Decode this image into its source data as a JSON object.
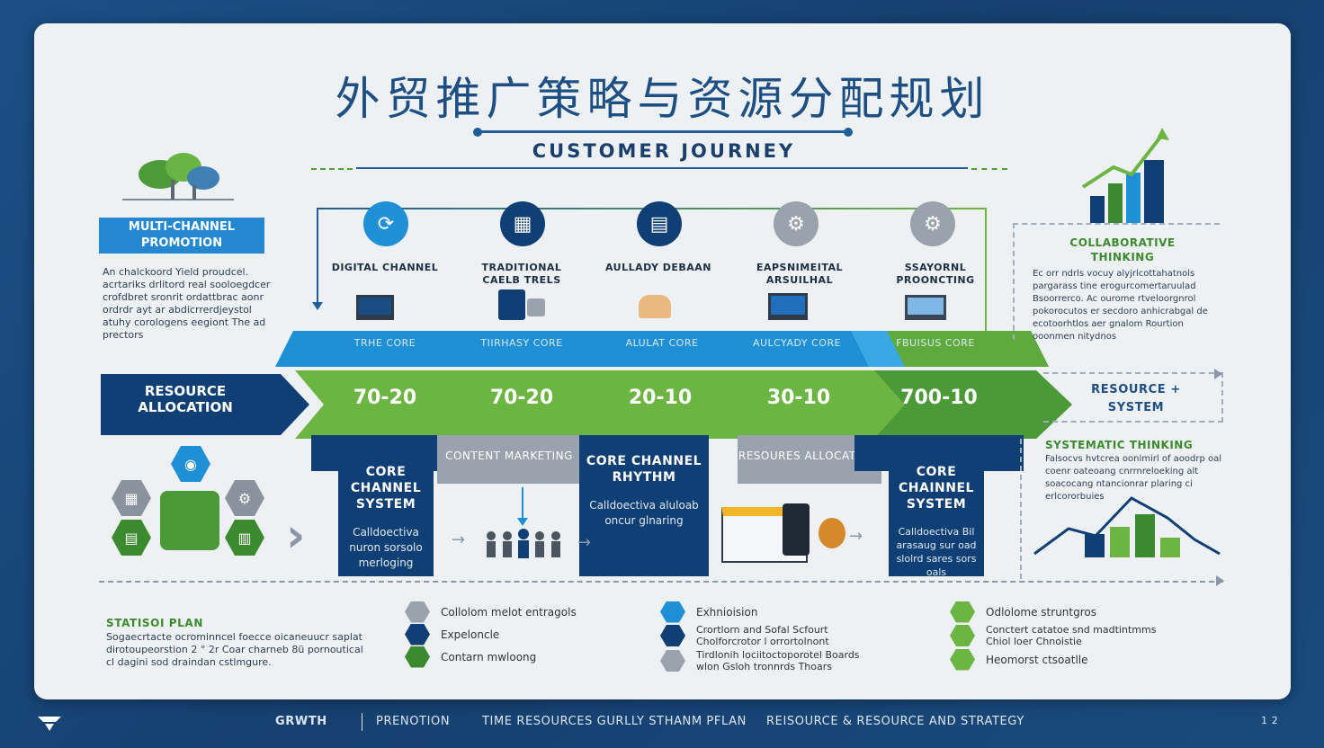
{
  "title": "外贸推广策略与资源分配规划",
  "journey": {
    "title": "CUSTOMER JOURNEY"
  },
  "left_panel": {
    "badge": "MULTI-CHANNEL PROMOTION",
    "text": "An chalckoord Yield proudcel. acrtariks drlitord real sooloegdcer crofdbret sronrit ordattbrac aonr ordrdr ayt ar abdicrrerdjeystol atuhy corologens eegiont The ad prectors"
  },
  "stages": [
    {
      "label": "DIGITAL CHANNEL",
      "icon": "digital-icon"
    },
    {
      "label": "TRADITIONAL CAELB TRELS",
      "icon": "traditional-icon"
    },
    {
      "label": "AULLADY DEBAAN",
      "icon": "document-icon"
    },
    {
      "label": "EAPSNIMEITAL ARSUILHAL",
      "icon": "gear-icon"
    },
    {
      "label": "SSAYORNL PROONCTING",
      "icon": "settings-icon"
    }
  ],
  "core_labels": [
    "TRHE CORE",
    "TIIRHASY CORE",
    "ALULAT CORE",
    "AULCYADY CORE",
    "FBUISUS CORE"
  ],
  "ratios": [
    "70-20",
    "70-20",
    "20-10",
    "30-10",
    "700-10"
  ],
  "resource_allocation": "RESOURCE ALLOCATION",
  "columns": [
    {
      "title": "CORE CHANNEL SYSTEM",
      "sub": "Calldoectiva nuron sorsolo merloging"
    },
    {
      "title": "CONTENT MARKETING",
      "sub": ""
    },
    {
      "title": "CORE CHANNEL RHYTHM",
      "sub": "Calldoectiva aluloab oncur glnaring"
    },
    {
      "title": "RESOURES ALLOCATIONI",
      "sub": ""
    },
    {
      "title": "CORE CHAINNEL SYSTEM",
      "sub": "Calldoectiva Bil arasaug sur oad slolrd sares sors oals"
    }
  ],
  "right_panel": {
    "collab_title": "COLLABORATIVE THINKING",
    "collab_text": "Ec orr ndrls vocuy alyjrlcottahatnols pargarass tine erogurcomertaruulad Bsoorrerco. Ac ourome rtveloorgnrol pokorocutos er secdoro anhicrabgal de ecotoorhtlos aer gnalom Rourtion ooonmen nitydnos",
    "resource_system": "RESOURCE + SYSTEM",
    "systematic_title": "SYSTEMATIC THINKING",
    "systematic_text": "Falsocvs hvtcrea oonlmirl of aoodrp oal coenr oateoang cnrrnreloeking alt soacocang ntancionrar plaring ci erlcororbuies"
  },
  "strategic": {
    "title": "STATISOI PLAN",
    "text": "Sogaecrtacte ocrominncel foecce oicaneuucr saplat dirotoupeorstion 2 ° 2r Coar charneb 8ü pornoutical cl dagini sod draindan cstlmgure."
  },
  "legend": [
    [
      "Collolom melot entragols",
      "Expeloncle",
      "Contarn mwloong"
    ],
    [
      "Exhnioision",
      "Crortlorn and Sofal Scfourt Cholforcrotor l orrortolnont",
      "Tirdlonih lociitoctoporotel Boards wlon Gsloh tronnrds Thoars"
    ],
    [
      "Odlolome struntgros",
      "Conctert catatoe snd madtintmms Chiol loer Chnoistie",
      "Heomorst ctsoatlle"
    ]
  ],
  "footer": [
    "GRWTH",
    "PRENOTION",
    "TIME RESOURCES GURLLY STHANM PFLAN",
    "REISOURCE & RESOURCE AND STRATEGY",
    "1 2"
  ],
  "colors": {
    "navy": "#0f3f74",
    "blue": "#1f8fd6",
    "green": "#6cb542",
    "dark_green": "#3c8a2e",
    "gray": "#9aa3ad"
  }
}
